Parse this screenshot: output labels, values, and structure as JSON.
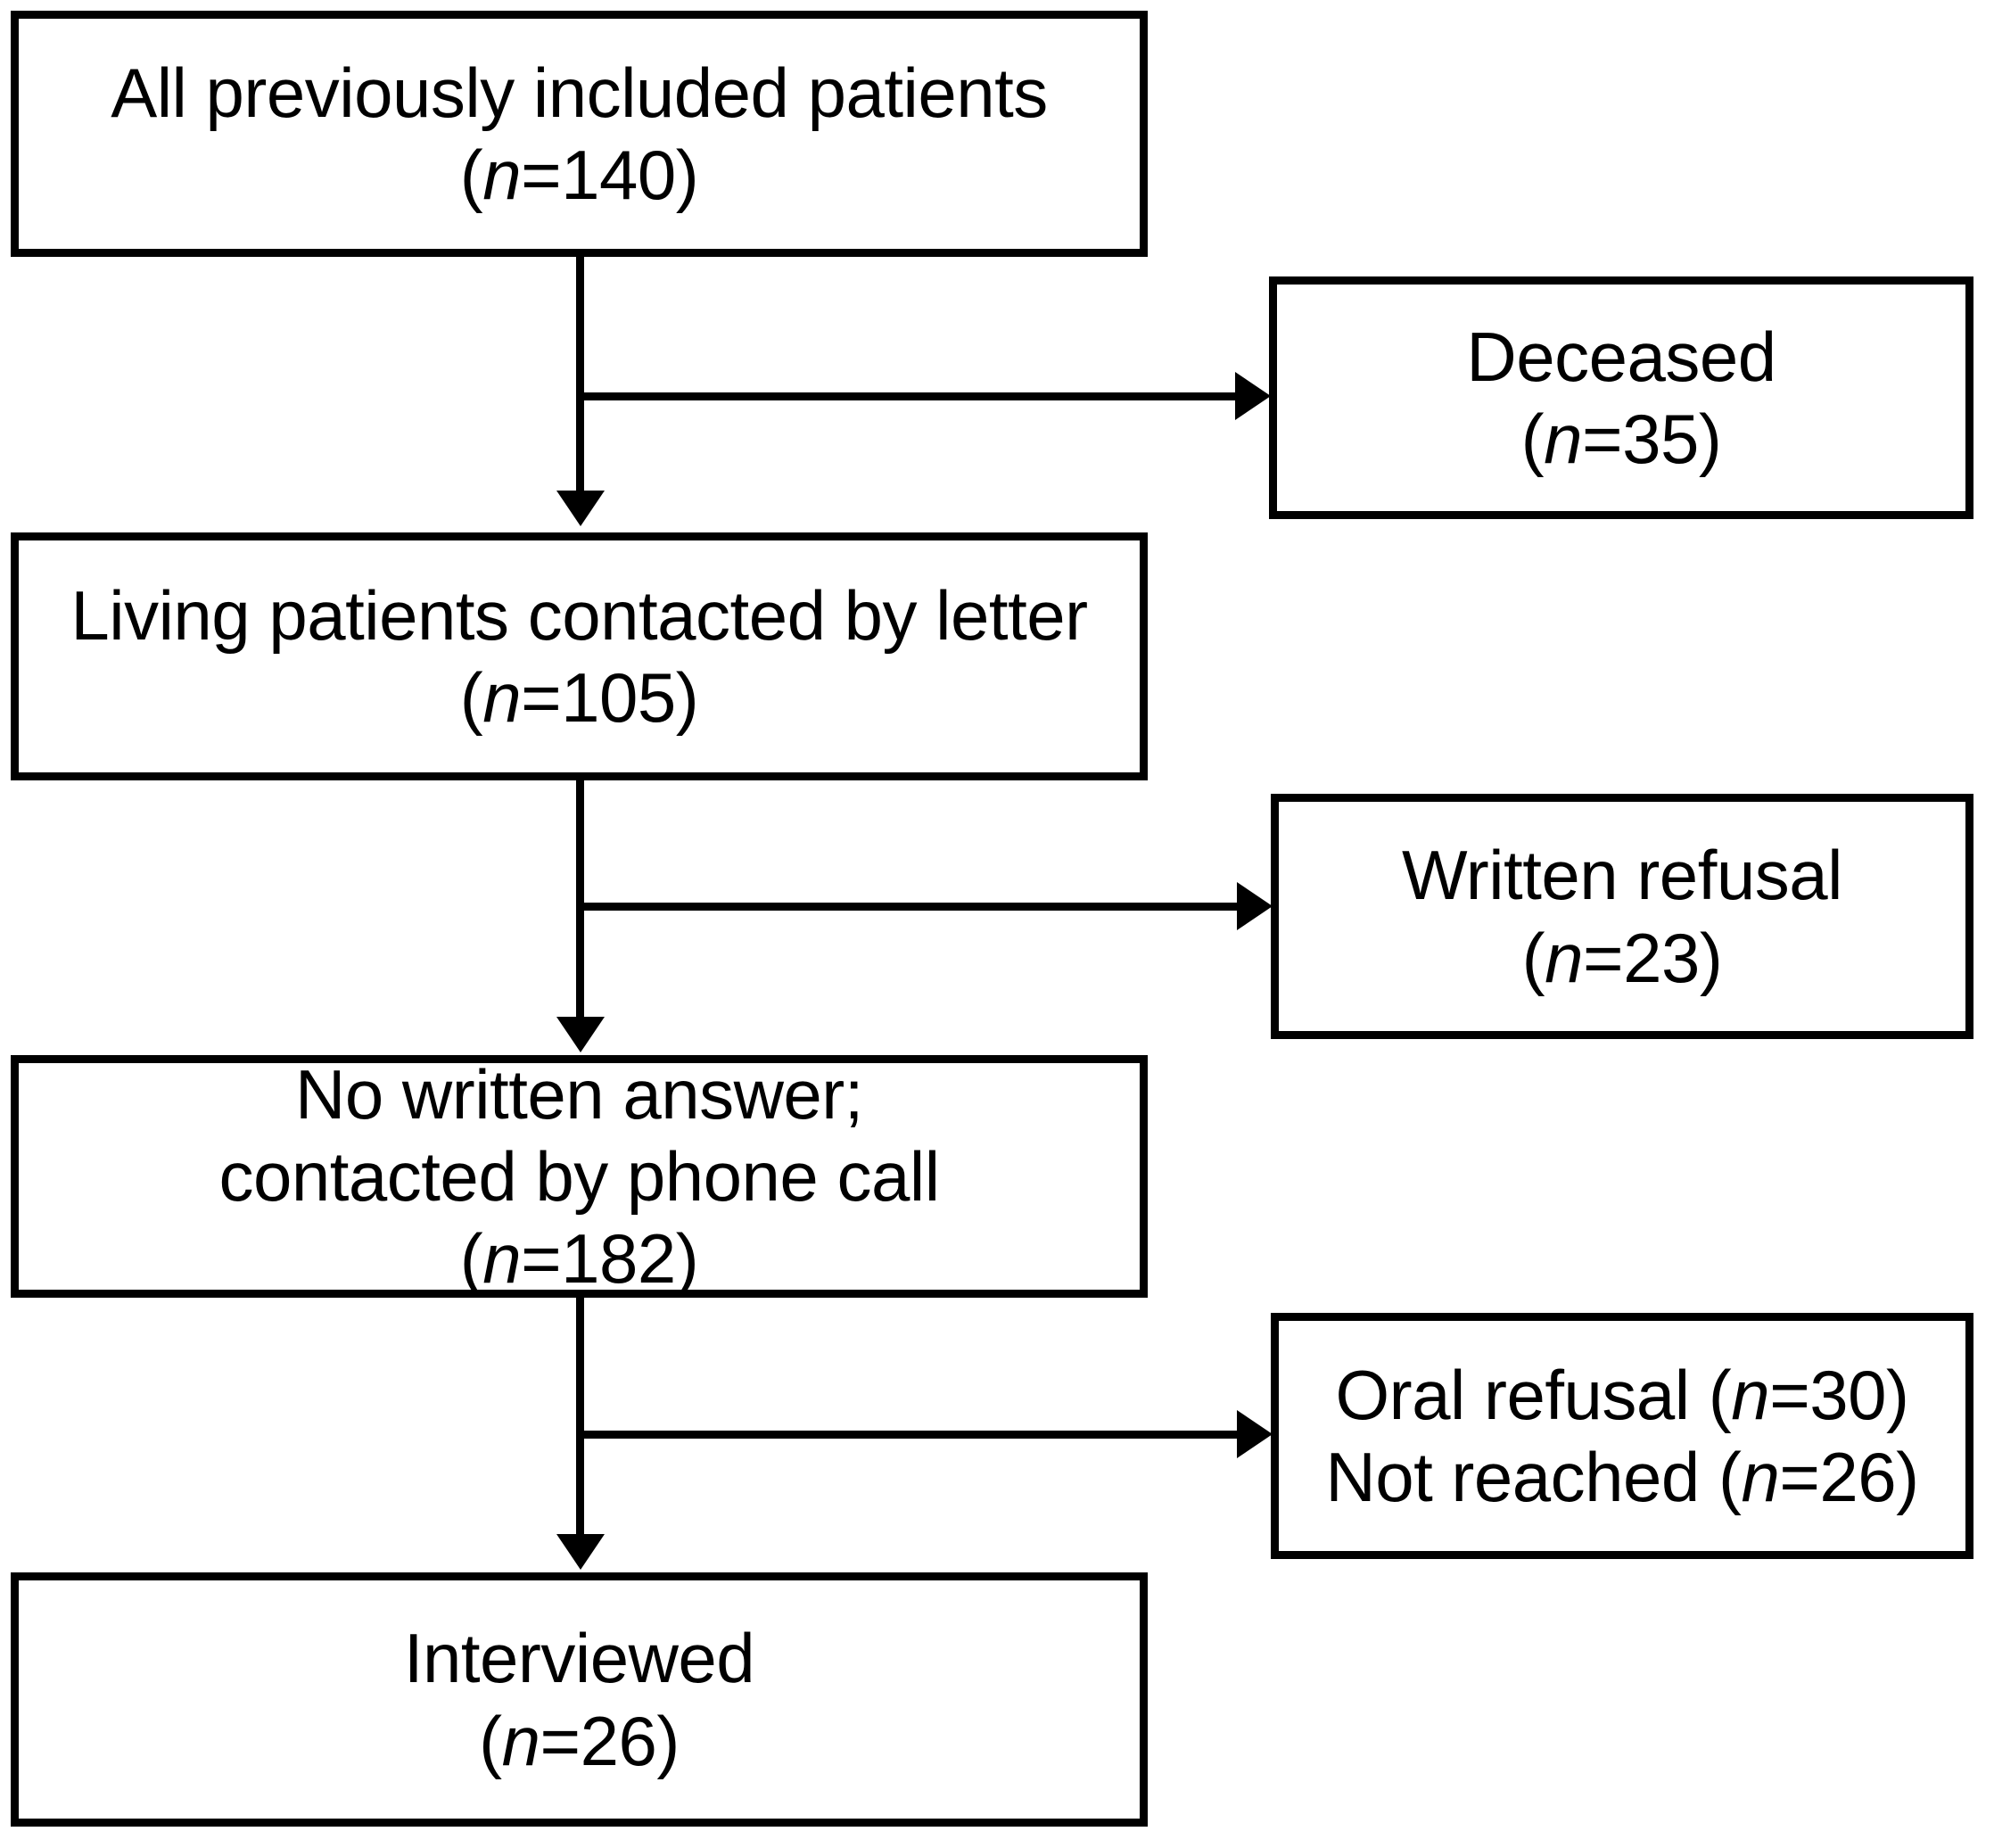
{
  "diagram": {
    "type": "flowchart",
    "title": "Patient follow-up flow diagram",
    "colors": {
      "stroke": "#000000",
      "fill": "#ffffff",
      "text": "#000000"
    },
    "nodes": [
      {
        "id": "all-patients",
        "name": "all-previously-included-patients",
        "label": "All previously included patients",
        "n_symbol": "n",
        "n_text": "(n=140)",
        "n_value": 140,
        "column": "main"
      },
      {
        "id": "deceased",
        "name": "deceased",
        "label": "Deceased",
        "n_symbol": "n",
        "n_text": "(n=35)",
        "n_value": 35,
        "column": "side"
      },
      {
        "id": "living-letter",
        "name": "living-patients-contacted-by-letter",
        "label": "Living patients contacted by letter",
        "n_symbol": "n",
        "n_text": "(n=105)",
        "n_value": 105,
        "column": "main"
      },
      {
        "id": "written-refusal",
        "name": "written-refusal",
        "label": "Written refusal",
        "n_symbol": "n",
        "n_text": "(n=23)",
        "n_value": 23,
        "column": "side"
      },
      {
        "id": "no-written-answer",
        "name": "no-written-answer-contacted-by-phone",
        "label_line1": "No written answer;",
        "label_line2": "contacted by phone call",
        "n_symbol": "n",
        "n_text": "(n=182)",
        "n_value": 182,
        "column": "main"
      },
      {
        "id": "oral-refusal-not-reached",
        "name": "oral-refusal-and-not-reached",
        "label_line1": "Oral refusal (n=30)",
        "label_line2": "Not reached (n=26)",
        "oral_refusal_label": "Oral refusal",
        "oral_refusal_n": "(n=30)",
        "oral_refusal_value": 30,
        "not_reached_label": "Not reached",
        "not_reached_n": "(n=26)",
        "not_reached_value": 26,
        "column": "side"
      },
      {
        "id": "interviewed",
        "name": "interviewed",
        "label": "Interviewed",
        "n_symbol": "n",
        "n_text": "(n=26)",
        "n_value": 26,
        "column": "main"
      }
    ],
    "edges": [
      {
        "from": "all-patients",
        "to": "deceased",
        "direction": "right"
      },
      {
        "from": "all-patients",
        "to": "living-letter",
        "direction": "down"
      },
      {
        "from": "living-letter",
        "to": "written-refusal",
        "direction": "right"
      },
      {
        "from": "living-letter",
        "to": "no-written-answer",
        "direction": "down"
      },
      {
        "from": "no-written-answer",
        "to": "oral-refusal-not-reached",
        "direction": "right"
      },
      {
        "from": "no-written-answer",
        "to": "interviewed",
        "direction": "down"
      }
    ]
  }
}
